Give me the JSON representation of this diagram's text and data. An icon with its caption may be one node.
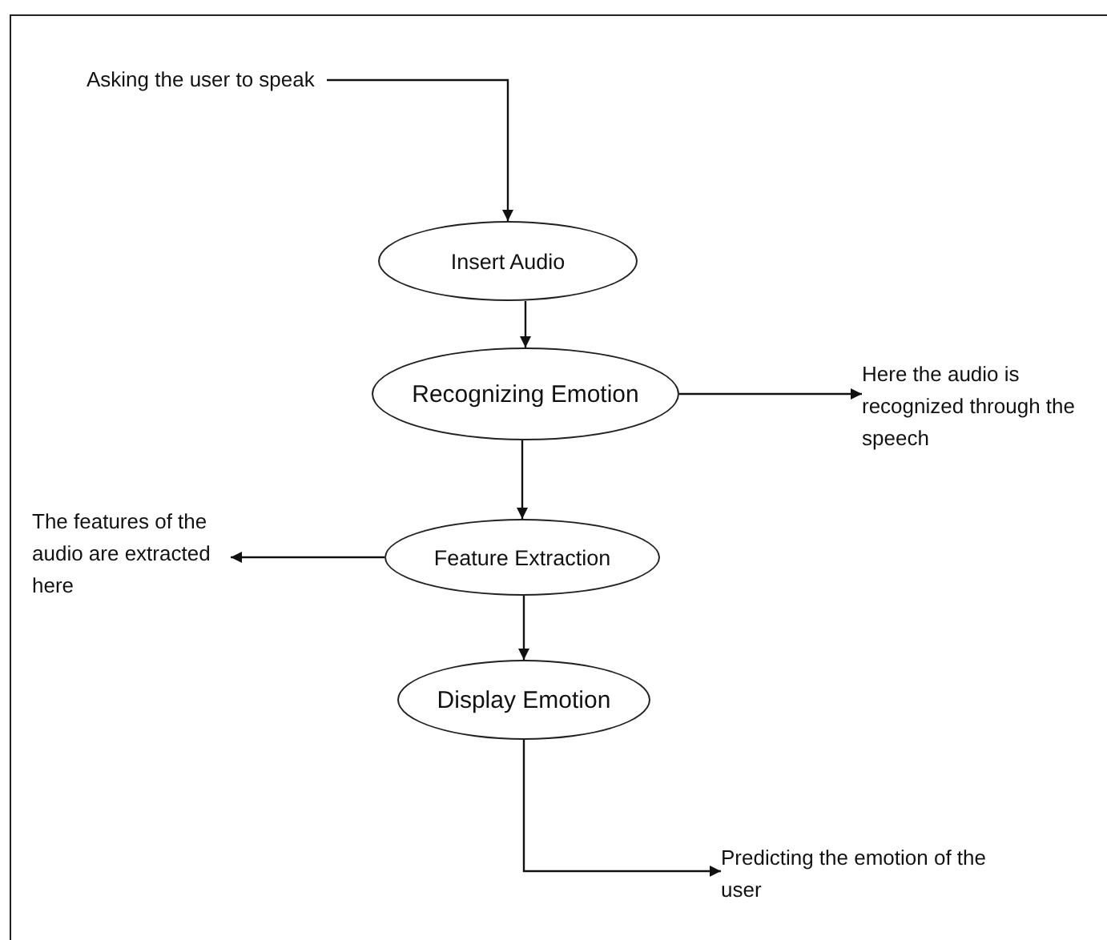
{
  "diagram": {
    "nodes": [
      {
        "text": [
          "Asking the user to speak"
        ]
      },
      {
        "text": [
          "Insert Audio"
        ]
      },
      {
        "text": [
          "Recognizing Emotion"
        ]
      },
      {
        "text": [
          "Here the audio is recognized through the speech"
        ]
      },
      {
        "text": [
          "The features of the audio are extracted here"
        ]
      },
      {
        "text": [
          "Feature Extraction"
        ]
      },
      {
        "text": [
          "Display Emotion"
        ]
      },
      {
        "text": [
          "Predicting the emotion of the user"
        ]
      }
    ],
    "edges": [
      {
        "from": 0,
        "to": 1,
        "arrow": "to"
      },
      {
        "from": 1,
        "to": 2,
        "arrow": "to"
      },
      {
        "from": 2,
        "to": 3,
        "arrow": "to"
      },
      {
        "from": 2,
        "to": 5,
        "arrow": "to"
      },
      {
        "from": 5,
        "to": 4,
        "arrow": "to"
      },
      {
        "from": 5,
        "to": 6,
        "arrow": "to"
      },
      {
        "from": 6,
        "to": 7,
        "arrow": "to"
      }
    ]
  }
}
